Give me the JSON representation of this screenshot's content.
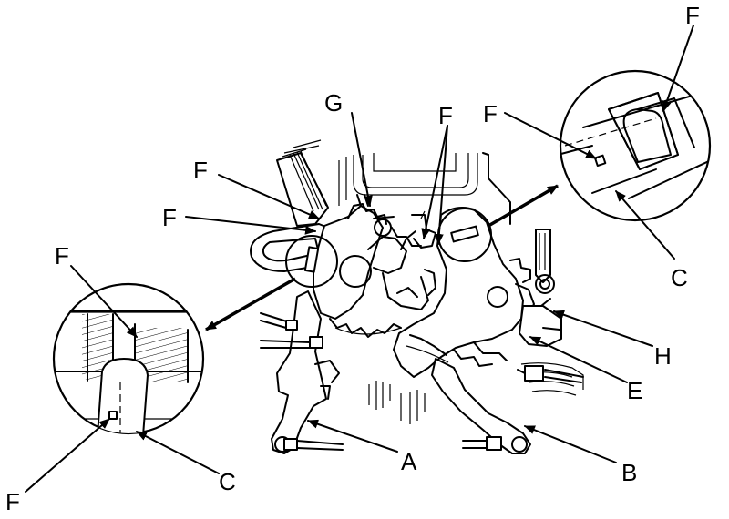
{
  "callouts": {
    "a": "A",
    "b": "B",
    "c_left": "C",
    "c_right": "C",
    "e": "E",
    "f_top_right": "F",
    "f_detail_right": "F",
    "f_top_center": "F",
    "f_upper_left": "F",
    "f_mid_left": "F",
    "f_detail_left_top": "F",
    "f_detail_left_bottom": "F",
    "g": "G",
    "h": "H"
  }
}
